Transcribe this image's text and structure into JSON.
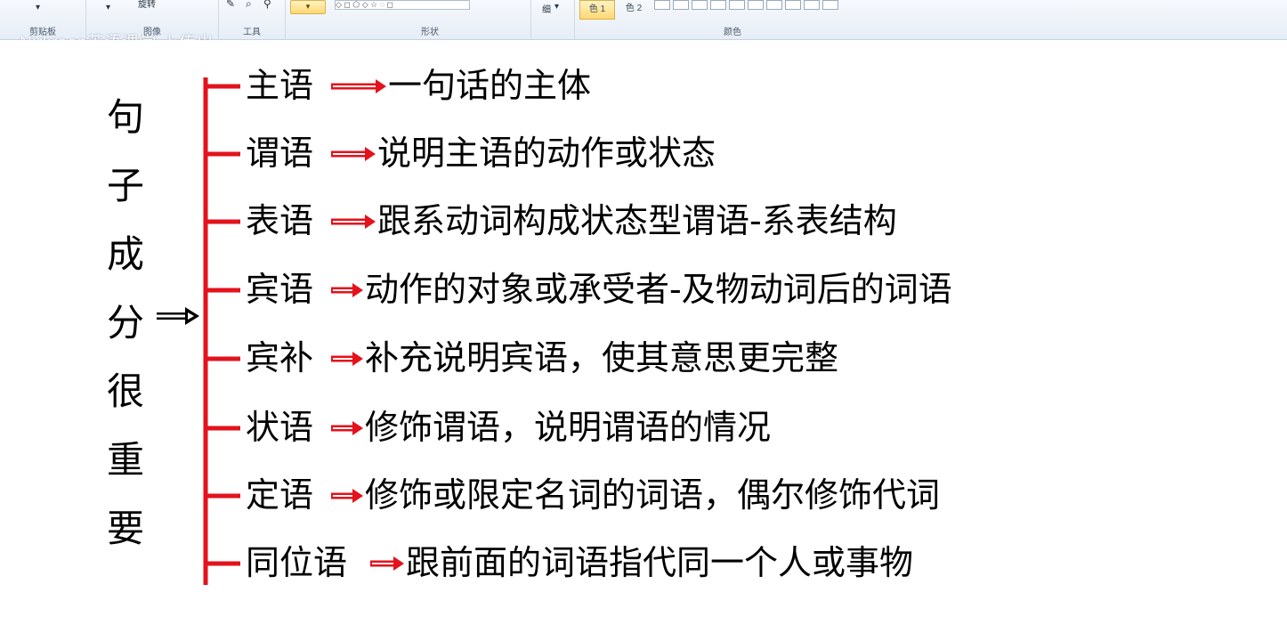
{
  "ribbon": {
    "clipboard_label": "剪贴板",
    "rotate_label": "旋转",
    "image_label": "图像",
    "tools_label": "工具",
    "shapes_label": "形状",
    "size_label": "细",
    "color1_label": "色 1",
    "color2_label": "色 2",
    "colors_label": "颜色",
    "watermark": "Nirkreen英语课堂 上传出"
  },
  "diagram": {
    "root_chars": [
      "句",
      "子",
      "成",
      "分",
      "很",
      "重",
      "要"
    ],
    "items": [
      {
        "term": "主语",
        "desc": "一句话的主体"
      },
      {
        "term": "谓语",
        "desc": "说明主语的动作或状态"
      },
      {
        "term": "表语",
        "desc": "跟系动词构成状态型谓语-系表结构"
      },
      {
        "term": "宾语",
        "desc": "动作的对象或承受者-及物动词后的词语"
      },
      {
        "term": "宾补",
        "desc": "补充说明宾语，使其意思更完整"
      },
      {
        "term": "状语",
        "desc": "修饰谓语，说明谓语的情况"
      },
      {
        "term": "定语",
        "desc": "修饰或限定名词的词语，偶尔修饰代词"
      },
      {
        "term": "同位语",
        "desc": "跟前面的词语指代同一个人或事物"
      }
    ],
    "colors": {
      "bracket": "#e3121c",
      "arrow_black": "#000000",
      "text": "#000000"
    }
  }
}
